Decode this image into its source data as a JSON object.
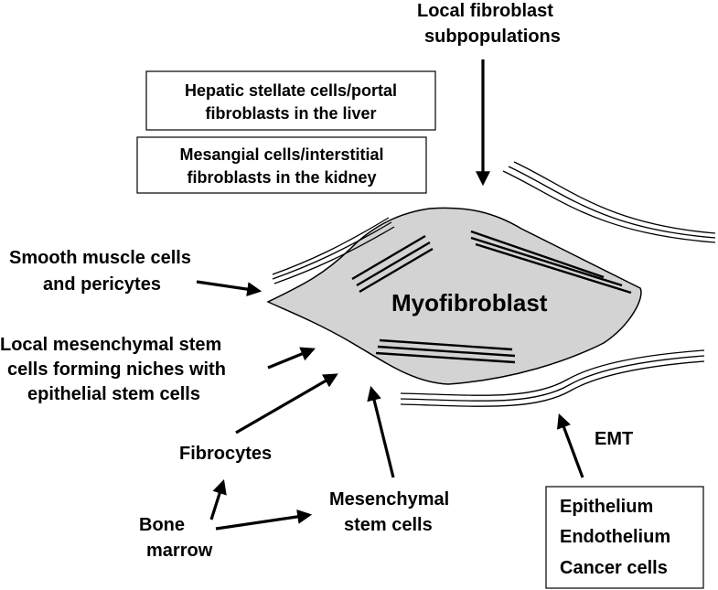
{
  "labels": {
    "local_fibroblast_line1": "Local fibroblast",
    "local_fibroblast_line2": "subpopulations",
    "hepatic_line1": "Hepatic stellate cells/portal",
    "hepatic_line2": "fibroblasts in the liver",
    "mesangial_line1": "Mesangial cells/interstitial",
    "mesangial_line2": "fibroblasts in the kidney",
    "smooth_muscle_line1": "Smooth muscle cells",
    "smooth_muscle_line2": "and pericytes",
    "msc_niche_line1": "Local mesenchymal stem",
    "msc_niche_line2": "cells forming niches with",
    "msc_niche_line3": "epithelial stem cells",
    "fibrocytes": "Fibrocytes",
    "bone_marrow_line1": "Bone",
    "bone_marrow_line2": "marrow",
    "mesenchymal_stem_line1": "Mesenchymal",
    "mesenchymal_stem_line2": "stem cells",
    "emt": "EMT",
    "epithelium": "Epithelium",
    "endothelium": "Endothelium",
    "cancer_cells": "Cancer cells",
    "myofibroblast": "Myofibroblast"
  },
  "colors": {
    "cell_fill": "#d3d3d3",
    "ink": "#000000",
    "background": "#ffffff"
  }
}
